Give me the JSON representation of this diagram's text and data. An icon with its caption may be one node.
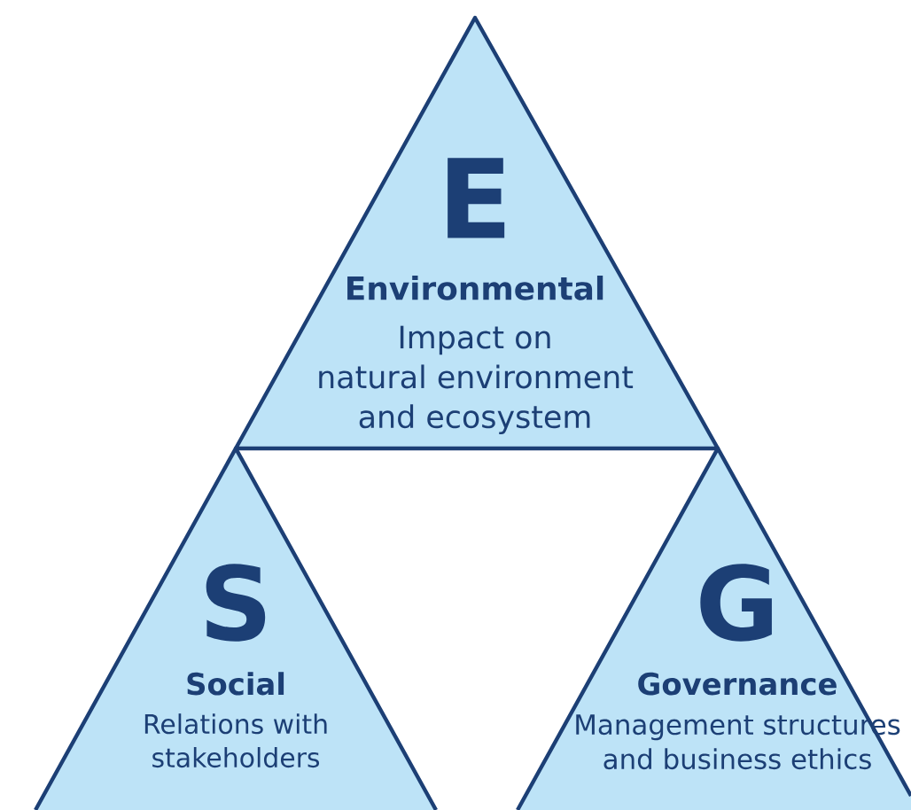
{
  "diagram": {
    "nodes": [
      {
        "text": [
          "E",
          "Environmental",
          "Impact on natural environment and ecosystem"
        ]
      },
      {
        "text": [
          "S",
          "Social",
          "Relations with stakeholders"
        ]
      },
      {
        "text": [
          "G",
          "Governance",
          "Management structures and business ethics"
        ]
      }
    ]
  }
}
